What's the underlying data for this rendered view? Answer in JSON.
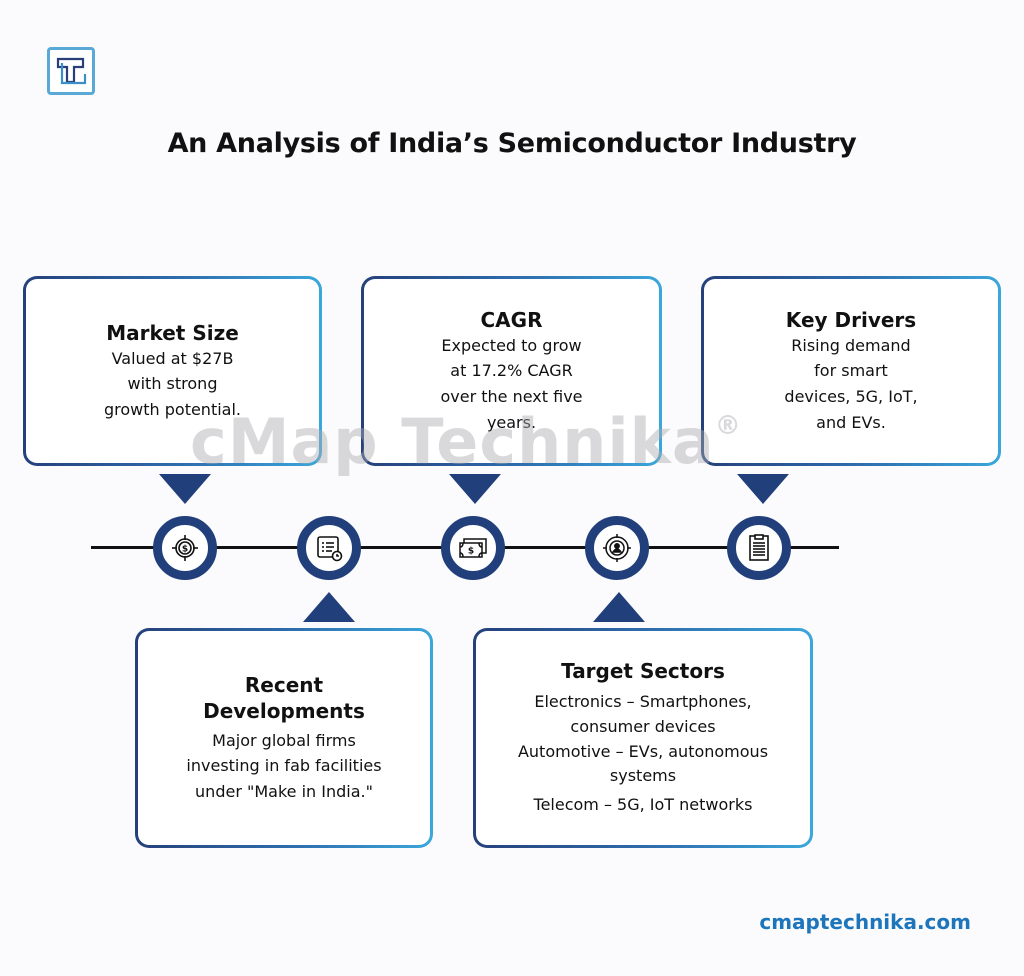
{
  "brand": {
    "logo_icon": "t-logo-icon",
    "watermark": "cMap Technika",
    "watermark_mark": "®",
    "website": "cmaptechnika.com",
    "accent_color": "#213f7b",
    "link_color": "#1d76bb"
  },
  "title": "An Analysis of India’s Semiconductor Industry",
  "cards": {
    "market_size": {
      "heading": "Market Size",
      "lines": [
        "Valued at $27B",
        "with strong",
        "growth potential."
      ],
      "icon": "target-dollar-icon"
    },
    "cagr": {
      "heading": "CAGR",
      "lines": [
        "Expected to grow",
        "at 17.2% CAGR",
        "over the next five",
        "years."
      ],
      "icon": "money-bill-icon"
    },
    "key_drivers": {
      "heading": "Key Drivers",
      "lines": [
        "Rising demand",
        "for smart",
        "devices, 5G, IoT,",
        "and EVs."
      ],
      "icon": "clipboard-list-icon"
    },
    "recent_developments": {
      "heading_lines": [
        "Recent",
        "Developments"
      ],
      "lines": [
        "Major global firms",
        "investing in fab facilities",
        "under \"Make in India.\""
      ],
      "icon": "report-clock-icon"
    },
    "target_sectors": {
      "heading": "Target Sectors",
      "lines": [
        "Electronics – Smartphones,",
        "consumer devices",
        "Automotive – EVs, autonomous",
        "systems",
        "Telecom – 5G, IoT networks"
      ],
      "icon": "target-user-icon"
    }
  }
}
